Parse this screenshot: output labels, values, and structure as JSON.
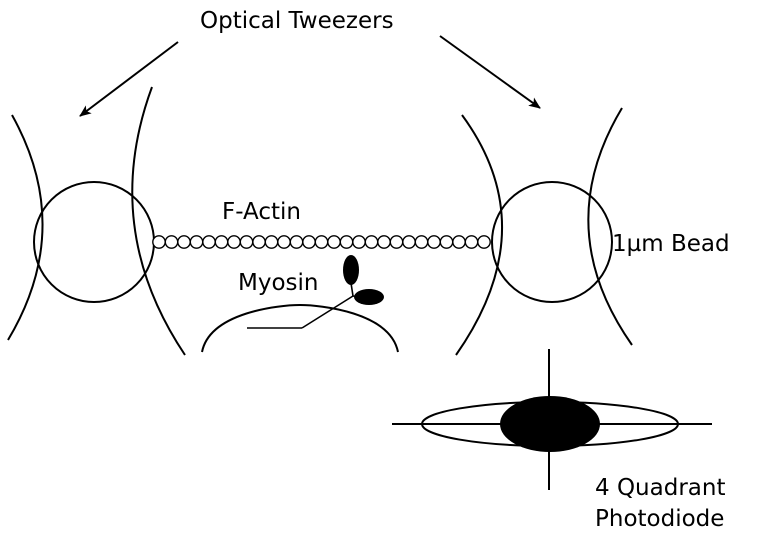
{
  "labels": {
    "optical_tweezers": "Optical Tweezers",
    "f_actin": "F-Actin",
    "myosin": "Myosin",
    "bead": "1µm Bead",
    "photodiode_line1": "4 Quadrant",
    "photodiode_line2": "Photodiode"
  },
  "actin_filament": {
    "monomer_count": 27
  },
  "colors": {
    "ink": "#000000",
    "background": "#ffffff"
  }
}
